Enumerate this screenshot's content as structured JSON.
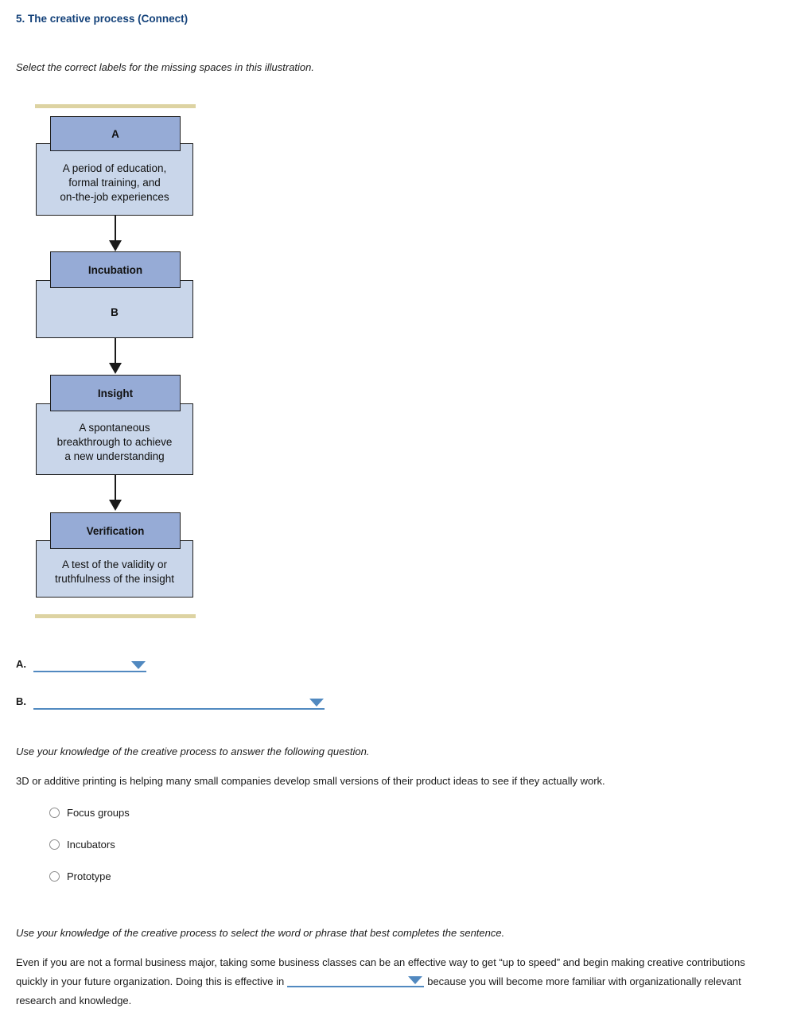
{
  "header": {
    "title": "5. The creative process (Connect)"
  },
  "instructions": {
    "illustration": "Select the correct labels for the missing spaces in this illustration.",
    "question": "Use your knowledge of the creative process to answer the following question.",
    "sentence": "Use your knowledge of the creative process to select the word or phrase that best completes the sentence."
  },
  "flowchart": {
    "steps": [
      {
        "header": "A",
        "body": "A period of education,\nformal training, and\non-the-job experiences"
      },
      {
        "header": "Incubation",
        "body": "B"
      },
      {
        "header": "Insight",
        "body": "A spontaneous\nbreakthrough to achieve\na new understanding"
      },
      {
        "header": "Verification",
        "body": "A test of the validity or\ntruthfulness of the insight"
      }
    ]
  },
  "answer_dropdowns": {
    "a_label": "A.",
    "a_value": "",
    "b_label": "B.",
    "b_value": ""
  },
  "question1": {
    "text": "3D or additive printing is helping many small companies develop small versions of their product ideas to see if they actually work.",
    "options": [
      "Focus groups",
      "Incubators",
      "Prototype"
    ]
  },
  "question2": {
    "text_before_dropdown": "Even if you are not a formal business major, taking some business classes can be an effective way to get “up to speed” and begin making creative contributions quickly in your future organization. Doing this is effective in",
    "dropdown_value": "",
    "text_after_dropdown": "because you will become more familiar with organizationally relevant research and knowledge."
  },
  "colors": {
    "title_navy": "#14427a",
    "accent_blue": "#5189c0",
    "flow_header_fill": "#96abd6",
    "flow_body_fill": "#c9d6ea",
    "flow_border": "#1f1f1f",
    "divider_tan": "#ddd3a2"
  }
}
